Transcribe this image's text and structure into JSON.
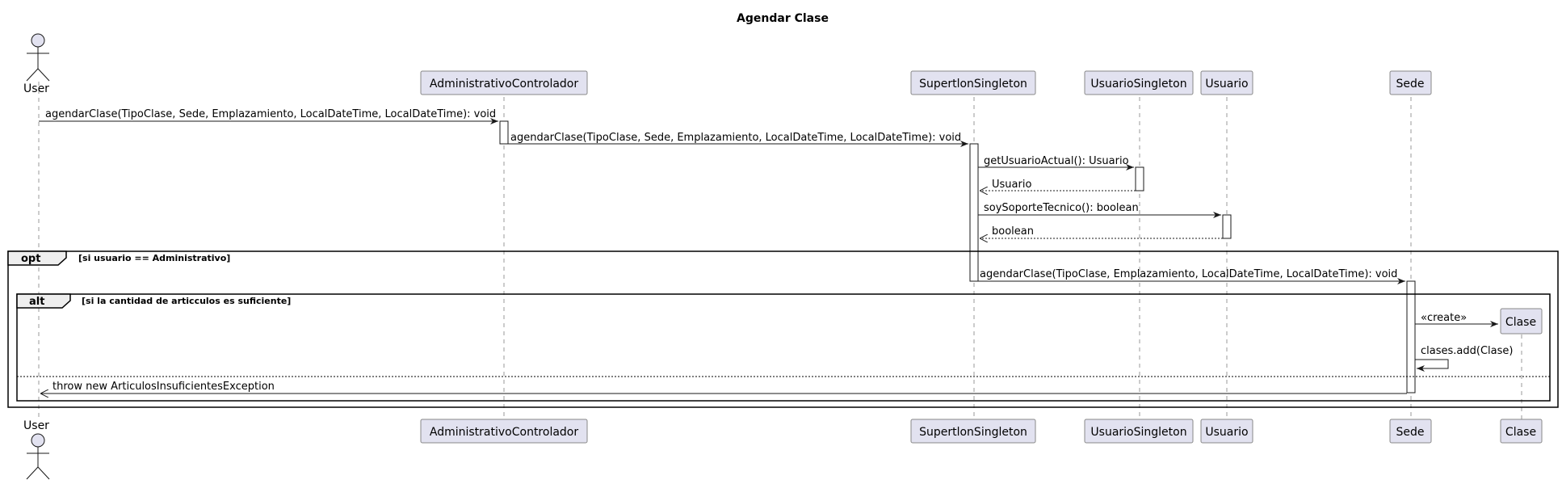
{
  "diagram": {
    "title": "Agendar Clase",
    "participants": {
      "user": "User",
      "admin": "AdministrativoControlador",
      "supertlon": "SupertlonSingleton",
      "usuario_singleton": "UsuarioSingleton",
      "usuario": "Usuario",
      "sede": "Sede",
      "clase": "Clase"
    },
    "messages": {
      "m1": "agendarClase(TipoClase, Sede, Emplazamiento, LocalDateTime, LocalDateTime): void",
      "m2": "agendarClase(TipoClase, Sede, Emplazamiento, LocalDateTime, LocalDateTime): void",
      "m3": "getUsuarioActual(): Usuario",
      "m4": "Usuario",
      "m5": "soySoporteTecnico(): boolean",
      "m6": "boolean",
      "m7": "agendarClase(TipoClase, Emplazamiento, LocalDateTime, LocalDateTime): void",
      "m8": "«create»",
      "m9": "clases.add(Clase)",
      "m10": "throw new ArticulosInsuficientesException"
    },
    "frames": {
      "opt_keyword": "opt",
      "opt_guard": "[si usuario == Administrativo]",
      "alt_keyword": "alt",
      "alt_guard": "[si la cantidad de articculos es suficiente]"
    },
    "colors": {
      "participant_fill": "#E2E2F0",
      "participant_border": "#888888",
      "line": "#181818",
      "frame_tab": "#EEEEEE"
    }
  }
}
